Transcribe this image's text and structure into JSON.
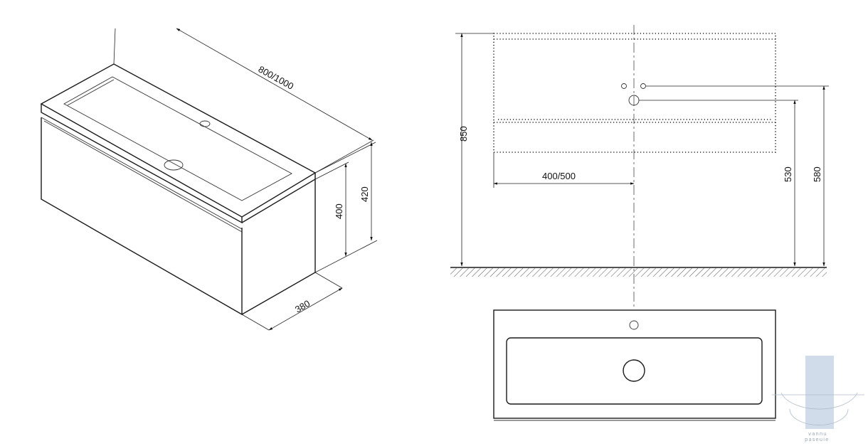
{
  "dimensions": {
    "width_label": "800/1000",
    "height_total_label": "420",
    "height_cabinet_label": "400",
    "depth_label": "380",
    "overall_height_label": "850",
    "drain_offset_label": "400/500",
    "waste_height_label": "530",
    "water_supply_height_label": "580"
  },
  "watermark": {
    "line1": "vannu",
    "line2": "paseuie",
    "color": "#c8d6e6"
  }
}
